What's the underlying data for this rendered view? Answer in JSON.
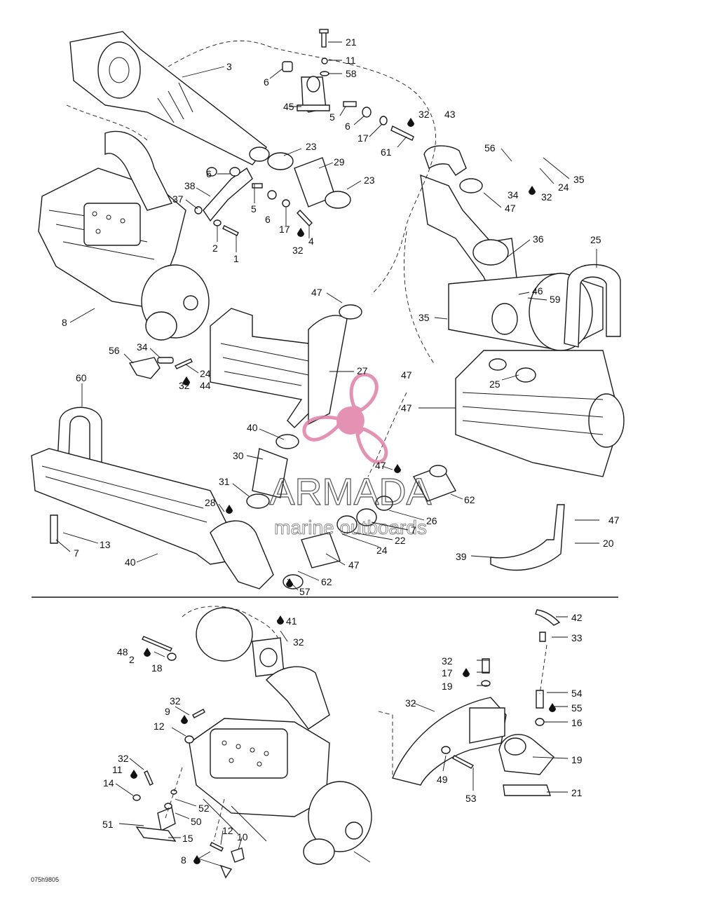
{
  "diagram_code": "075h9805",
  "watermark": {
    "brand": "ARMADA",
    "tagline": "marine outboards",
    "color": "#e07fa8"
  },
  "callouts": [
    {
      "id": "c-21a",
      "text": "21"
    },
    {
      "id": "c-11a",
      "text": "11"
    },
    {
      "id": "c-58",
      "text": "58"
    },
    {
      "id": "c-3",
      "text": "3"
    },
    {
      "id": "c-6a",
      "text": "6"
    },
    {
      "id": "c-45",
      "text": "45"
    },
    {
      "id": "c-5a",
      "text": "5"
    },
    {
      "id": "c-6b",
      "text": "6"
    },
    {
      "id": "c-32a",
      "text": "32"
    },
    {
      "id": "c-43",
      "text": "43"
    },
    {
      "id": "c-17a",
      "text": "17"
    },
    {
      "id": "c-61",
      "text": "61"
    },
    {
      "id": "c-23a",
      "text": "23"
    },
    {
      "id": "c-29",
      "text": "29"
    },
    {
      "id": "c-23b",
      "text": "23"
    },
    {
      "id": "c-6c",
      "text": "6"
    },
    {
      "id": "c-38",
      "text": "38"
    },
    {
      "id": "c-37",
      "text": "37"
    },
    {
      "id": "c-5b",
      "text": "5"
    },
    {
      "id": "c-6d",
      "text": "6"
    },
    {
      "id": "c-17b",
      "text": "17"
    },
    {
      "id": "c-2a",
      "text": "2"
    },
    {
      "id": "c-1",
      "text": "1"
    },
    {
      "id": "c-32b",
      "text": "32"
    },
    {
      "id": "c-4",
      "text": "4"
    },
    {
      "id": "c-56a",
      "text": "56"
    },
    {
      "id": "c-35a",
      "text": "35"
    },
    {
      "id": "c-34a",
      "text": "34"
    },
    {
      "id": "c-24a",
      "text": "24"
    },
    {
      "id": "c-32c",
      "text": "32"
    },
    {
      "id": "c-47a",
      "text": "47"
    },
    {
      "id": "c-36",
      "text": "36"
    },
    {
      "id": "c-25a",
      "text": "25"
    },
    {
      "id": "c-8a",
      "text": "8"
    },
    {
      "id": "c-47b",
      "text": "47"
    },
    {
      "id": "c-46",
      "text": "46"
    },
    {
      "id": "c-59",
      "text": "59"
    },
    {
      "id": "c-35b",
      "text": "35"
    },
    {
      "id": "c-56b",
      "text": "56"
    },
    {
      "id": "c-34b",
      "text": "34"
    },
    {
      "id": "c-24b",
      "text": "24"
    },
    {
      "id": "c-32d",
      "text": "32"
    },
    {
      "id": "c-44",
      "text": "44"
    },
    {
      "id": "c-27",
      "text": "27"
    },
    {
      "id": "c-47c",
      "text": "47"
    },
    {
      "id": "c-25b",
      "text": "25"
    },
    {
      "id": "c-60",
      "text": "60"
    },
    {
      "id": "c-47d",
      "text": "47"
    },
    {
      "id": "c-40a",
      "text": "40"
    },
    {
      "id": "c-30",
      "text": "30"
    },
    {
      "id": "c-47e",
      "text": "47"
    },
    {
      "id": "c-31",
      "text": "31"
    },
    {
      "id": "c-62a",
      "text": "62"
    },
    {
      "id": "c-28",
      "text": "28"
    },
    {
      "id": "c-26",
      "text": "26"
    },
    {
      "id": "c-7a",
      "text": "7"
    },
    {
      "id": "c-13",
      "text": "13"
    },
    {
      "id": "c-22",
      "text": "22"
    },
    {
      "id": "c-7b",
      "text": "7"
    },
    {
      "id": "c-47f",
      "text": "47"
    },
    {
      "id": "c-24c",
      "text": "24"
    },
    {
      "id": "c-20",
      "text": "20"
    },
    {
      "id": "c-39",
      "text": "39"
    },
    {
      "id": "c-40b",
      "text": "40"
    },
    {
      "id": "c-47g",
      "text": "47"
    },
    {
      "id": "c-62b",
      "text": "62"
    },
    {
      "id": "c-57",
      "text": "57"
    },
    {
      "id": "c-41",
      "text": "41"
    },
    {
      "id": "c-42",
      "text": "42"
    },
    {
      "id": "c-33",
      "text": "33"
    },
    {
      "id": "c-48",
      "text": "48"
    },
    {
      "id": "c-32e",
      "text": "32"
    },
    {
      "id": "c-2b",
      "text": "2"
    },
    {
      "id": "c-18",
      "text": "18"
    },
    {
      "id": "c-32f",
      "text": "32"
    },
    {
      "id": "c-17c",
      "text": "17"
    },
    {
      "id": "c-19a",
      "text": "19"
    },
    {
      "id": "c-54",
      "text": "54"
    },
    {
      "id": "c-32g",
      "text": "32"
    },
    {
      "id": "c-9",
      "text": "9"
    },
    {
      "id": "c-32h",
      "text": "32"
    },
    {
      "id": "c-55",
      "text": "55"
    },
    {
      "id": "c-12a",
      "text": "12"
    },
    {
      "id": "c-16",
      "text": "16"
    },
    {
      "id": "c-19b",
      "text": "19"
    },
    {
      "id": "c-32i",
      "text": "32"
    },
    {
      "id": "c-11b",
      "text": "11"
    },
    {
      "id": "c-49",
      "text": "49"
    },
    {
      "id": "c-14",
      "text": "14"
    },
    {
      "id": "c-21b",
      "text": "21"
    },
    {
      "id": "c-53",
      "text": "53"
    },
    {
      "id": "c-52",
      "text": "52"
    },
    {
      "id": "c-50",
      "text": "50"
    },
    {
      "id": "c-51",
      "text": "51"
    },
    {
      "id": "c-15",
      "text": "15"
    },
    {
      "id": "c-12b",
      "text": "12"
    },
    {
      "id": "c-10",
      "text": "10"
    },
    {
      "id": "c-8b",
      "text": "8"
    }
  ]
}
